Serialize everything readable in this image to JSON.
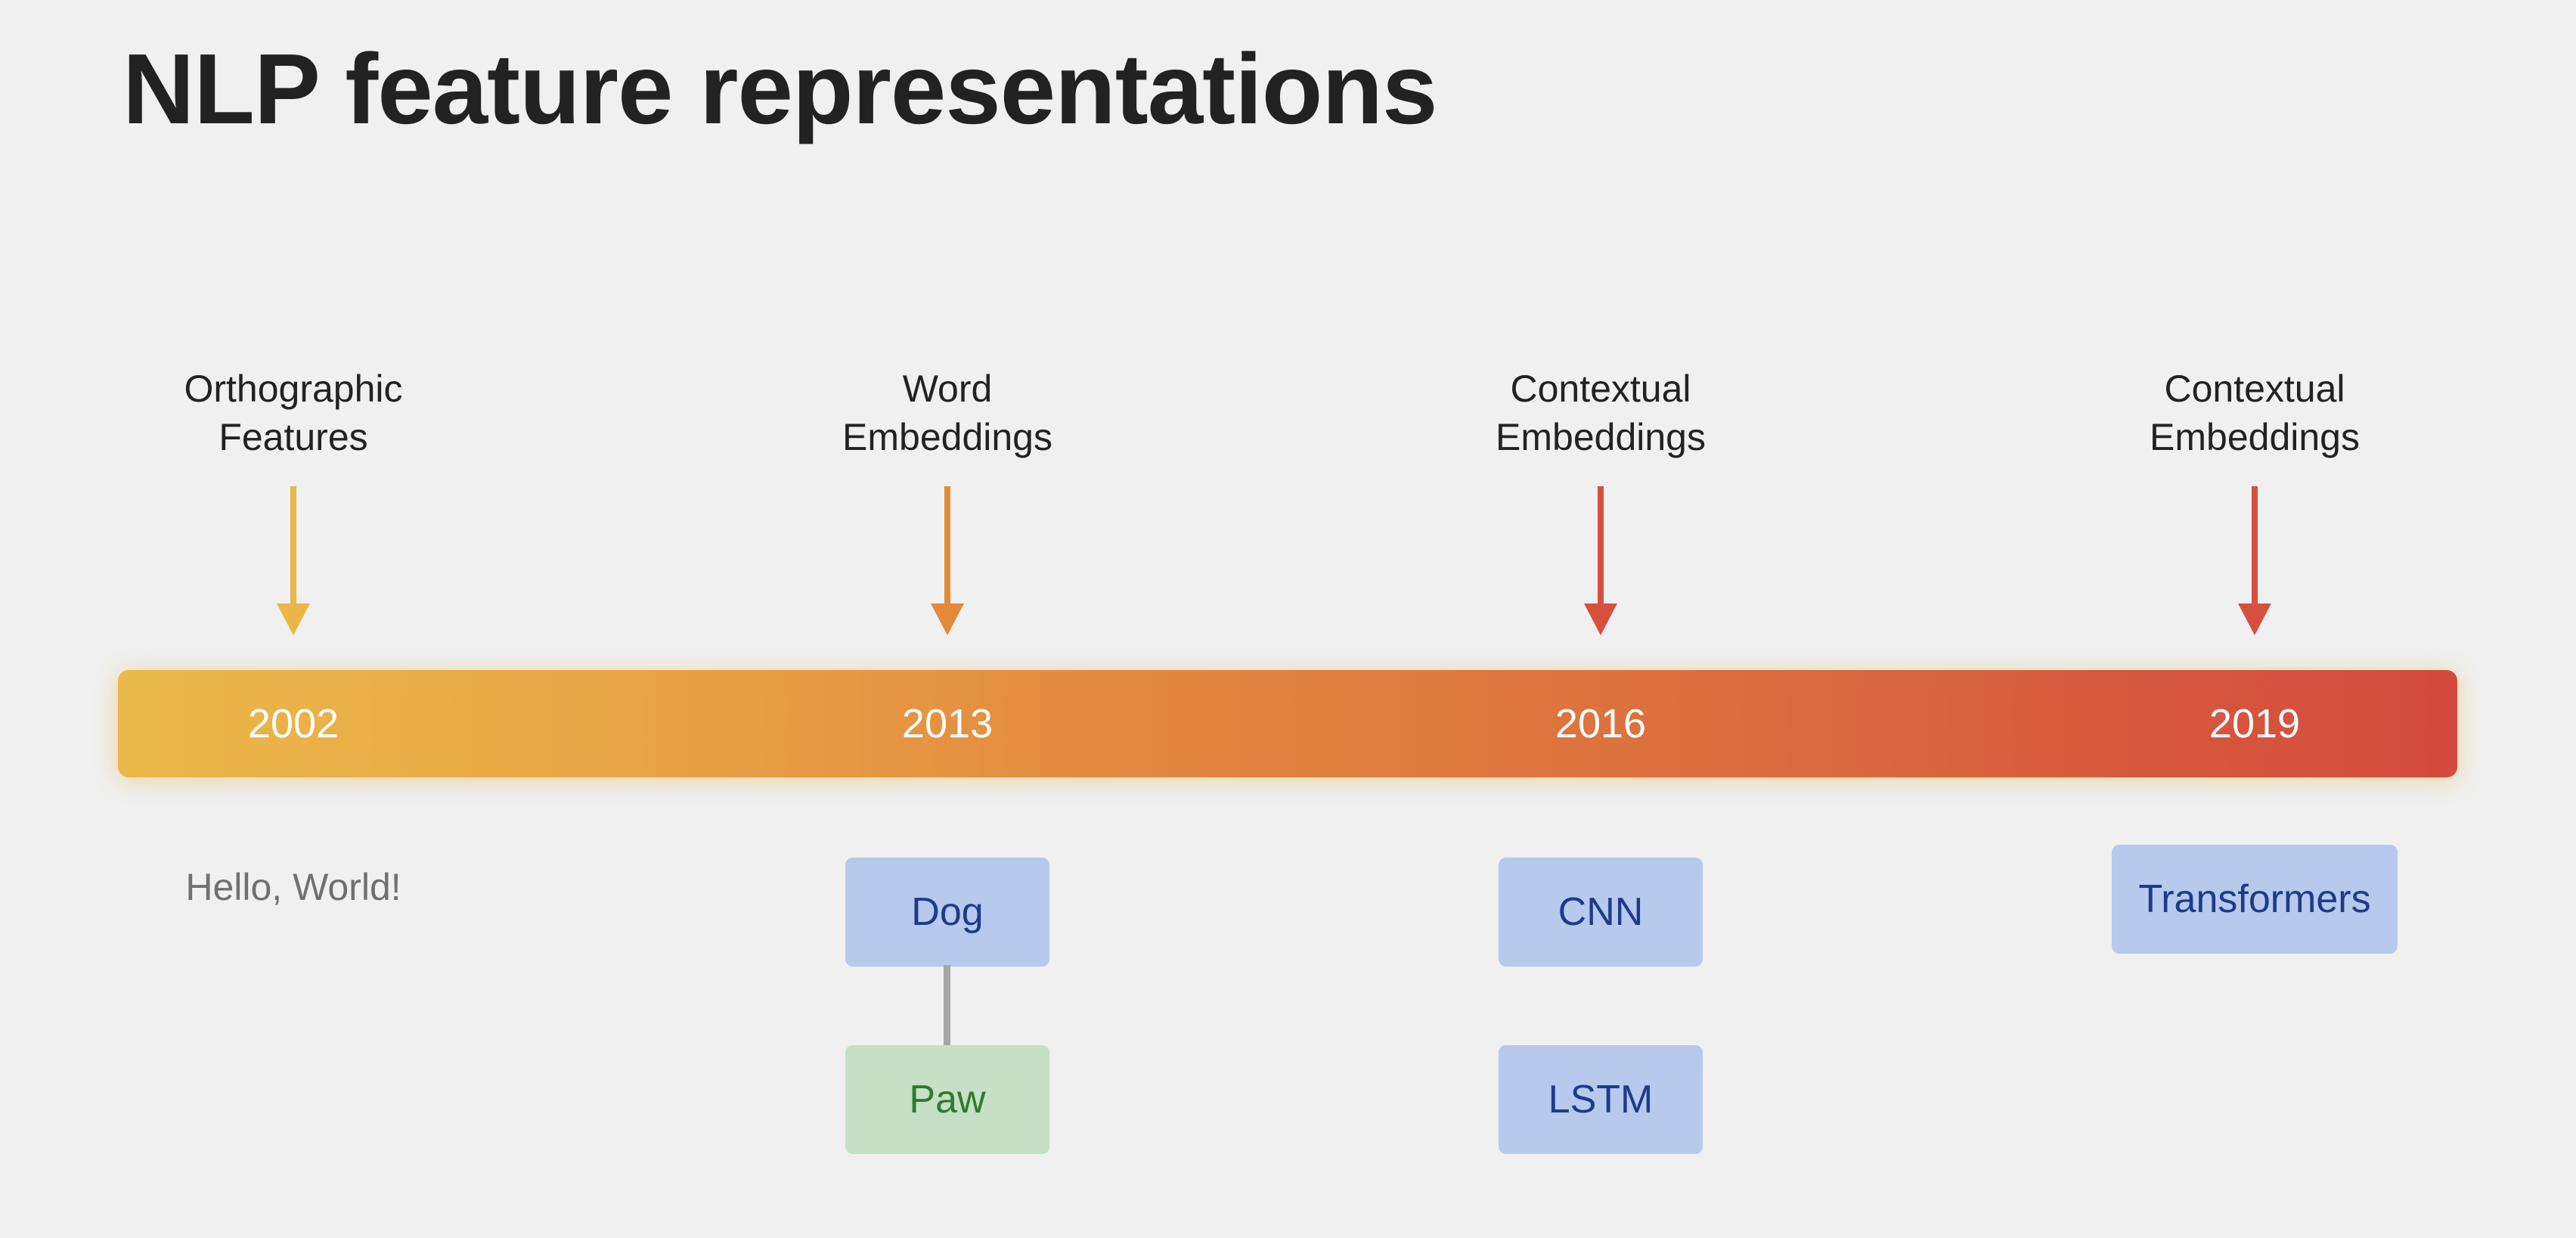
{
  "title": "NLP feature representations",
  "colors": {
    "background": "#eff0ef",
    "arrow_2002": "#eab646",
    "arrow_2013": "#e38a3a",
    "arrow_2016": "#d6503f",
    "arrow_2019": "#d6503f",
    "box_blue": "#b7c9ec",
    "box_green": "#c5e0c5"
  },
  "milestones": [
    {
      "year": "2002",
      "label_line1": "Orthographic",
      "label_line2": "Features",
      "example": "Hello, World!"
    },
    {
      "year": "2013",
      "label_line1": "Word",
      "label_line2": "Embeddings",
      "boxes": [
        "Dog",
        "Paw"
      ]
    },
    {
      "year": "2016",
      "label_line1": "Contextual",
      "label_line2": "Embeddings",
      "boxes": [
        "CNN",
        "LSTM"
      ]
    },
    {
      "year": "2019",
      "label_line1": "Contextual",
      "label_line2": "Embeddings",
      "boxes": [
        "Transformers"
      ]
    }
  ]
}
